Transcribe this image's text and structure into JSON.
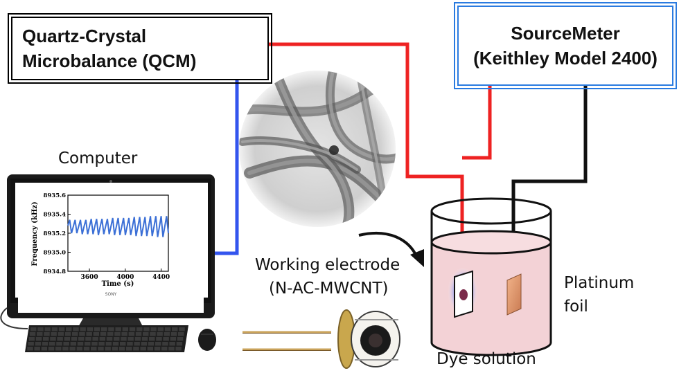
{
  "qcm": {
    "line1": "Quartz-Crystal",
    "line2": "Microbalance (QCM)"
  },
  "sourcemeter": {
    "line1": "SourceMeter",
    "line2": "(Keithley Model 2400)"
  },
  "labels": {
    "computer": "Computer",
    "working_electrode_1": "Working electrode",
    "working_electrode_2": "(N-AC-MWCNT)",
    "platinum_1": "Platinum",
    "platinum_2": "foil",
    "dye": "Dye solution",
    "monitor_brand": "SONY"
  },
  "colors": {
    "red_wire": "#ee2222",
    "blue_wire": "#3355ee",
    "black_wire": "#111111",
    "solution": "#f3d2d6",
    "monitor_frame": "#1a1a1a"
  },
  "chart_data": {
    "type": "line",
    "xlabel": "Time (s)",
    "ylabel": "Frequency (kHz)",
    "xlim": [
      3360,
      4480
    ],
    "ylim": [
      8934.8,
      8935.6
    ],
    "xticks": [
      3600,
      4000,
      4400
    ],
    "yticks": [
      8934.8,
      8935.0,
      8935.2,
      8935.4,
      8935.6
    ],
    "ytick_labels": [
      "8934.8",
      "8935.0",
      "8935.2",
      "8935.4",
      "8935.6"
    ],
    "series": [
      {
        "values_description_free": true,
        "x": [
          3360,
          3380,
          3400,
          3420,
          3440,
          3460,
          3480,
          3500,
          3520,
          3540,
          3560,
          3580,
          3600,
          3620,
          3640,
          3660,
          3680,
          3700,
          3720,
          3740,
          3760,
          3780,
          3800,
          3820,
          3840,
          3860,
          3880,
          3900,
          3920,
          3940,
          3960,
          3980,
          4000,
          4020,
          4040,
          4060,
          4080,
          4100,
          4120,
          4140,
          4160,
          4180,
          4200,
          4220,
          4240,
          4260,
          4280,
          4300,
          4320,
          4340,
          4360,
          4380,
          4400,
          4420,
          4440,
          4460,
          4480
        ],
        "y": [
          8935.28,
          8935.34,
          8935.2,
          8935.27,
          8935.34,
          8935.2,
          8935.27,
          8935.34,
          8935.19,
          8935.27,
          8935.34,
          8935.19,
          8935.27,
          8935.35,
          8935.19,
          8935.27,
          8935.35,
          8935.18,
          8935.27,
          8935.35,
          8935.19,
          8935.27,
          8935.35,
          8935.19,
          8935.27,
          8935.36,
          8935.18,
          8935.27,
          8935.36,
          8935.18,
          8935.27,
          8935.36,
          8935.18,
          8935.27,
          8935.36,
          8935.18,
          8935.27,
          8935.37,
          8935.17,
          8935.27,
          8935.37,
          8935.17,
          8935.27,
          8935.37,
          8935.17,
          8935.27,
          8935.38,
          8935.17,
          8935.27,
          8935.38,
          8935.16,
          8935.27,
          8935.38,
          8935.16,
          8935.27,
          8935.38,
          8935.2
        ]
      }
    ]
  }
}
